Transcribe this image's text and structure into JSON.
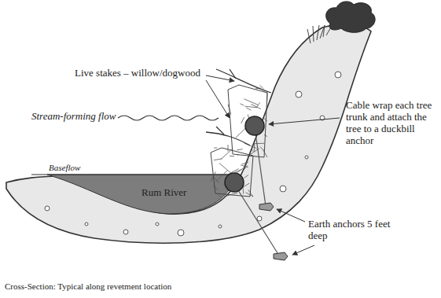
{
  "diagram": {
    "caption": "Cross-Section: Typical along revetment location",
    "labels": [
      "Live stakes – willow/dogwood",
      "Stream-forming flow",
      "Baseflow",
      "Rum River",
      "Cable wrap each tree trunk and attach the tree to a duckbill anchor",
      "Earth anchors 5 feet deep"
    ]
  }
}
